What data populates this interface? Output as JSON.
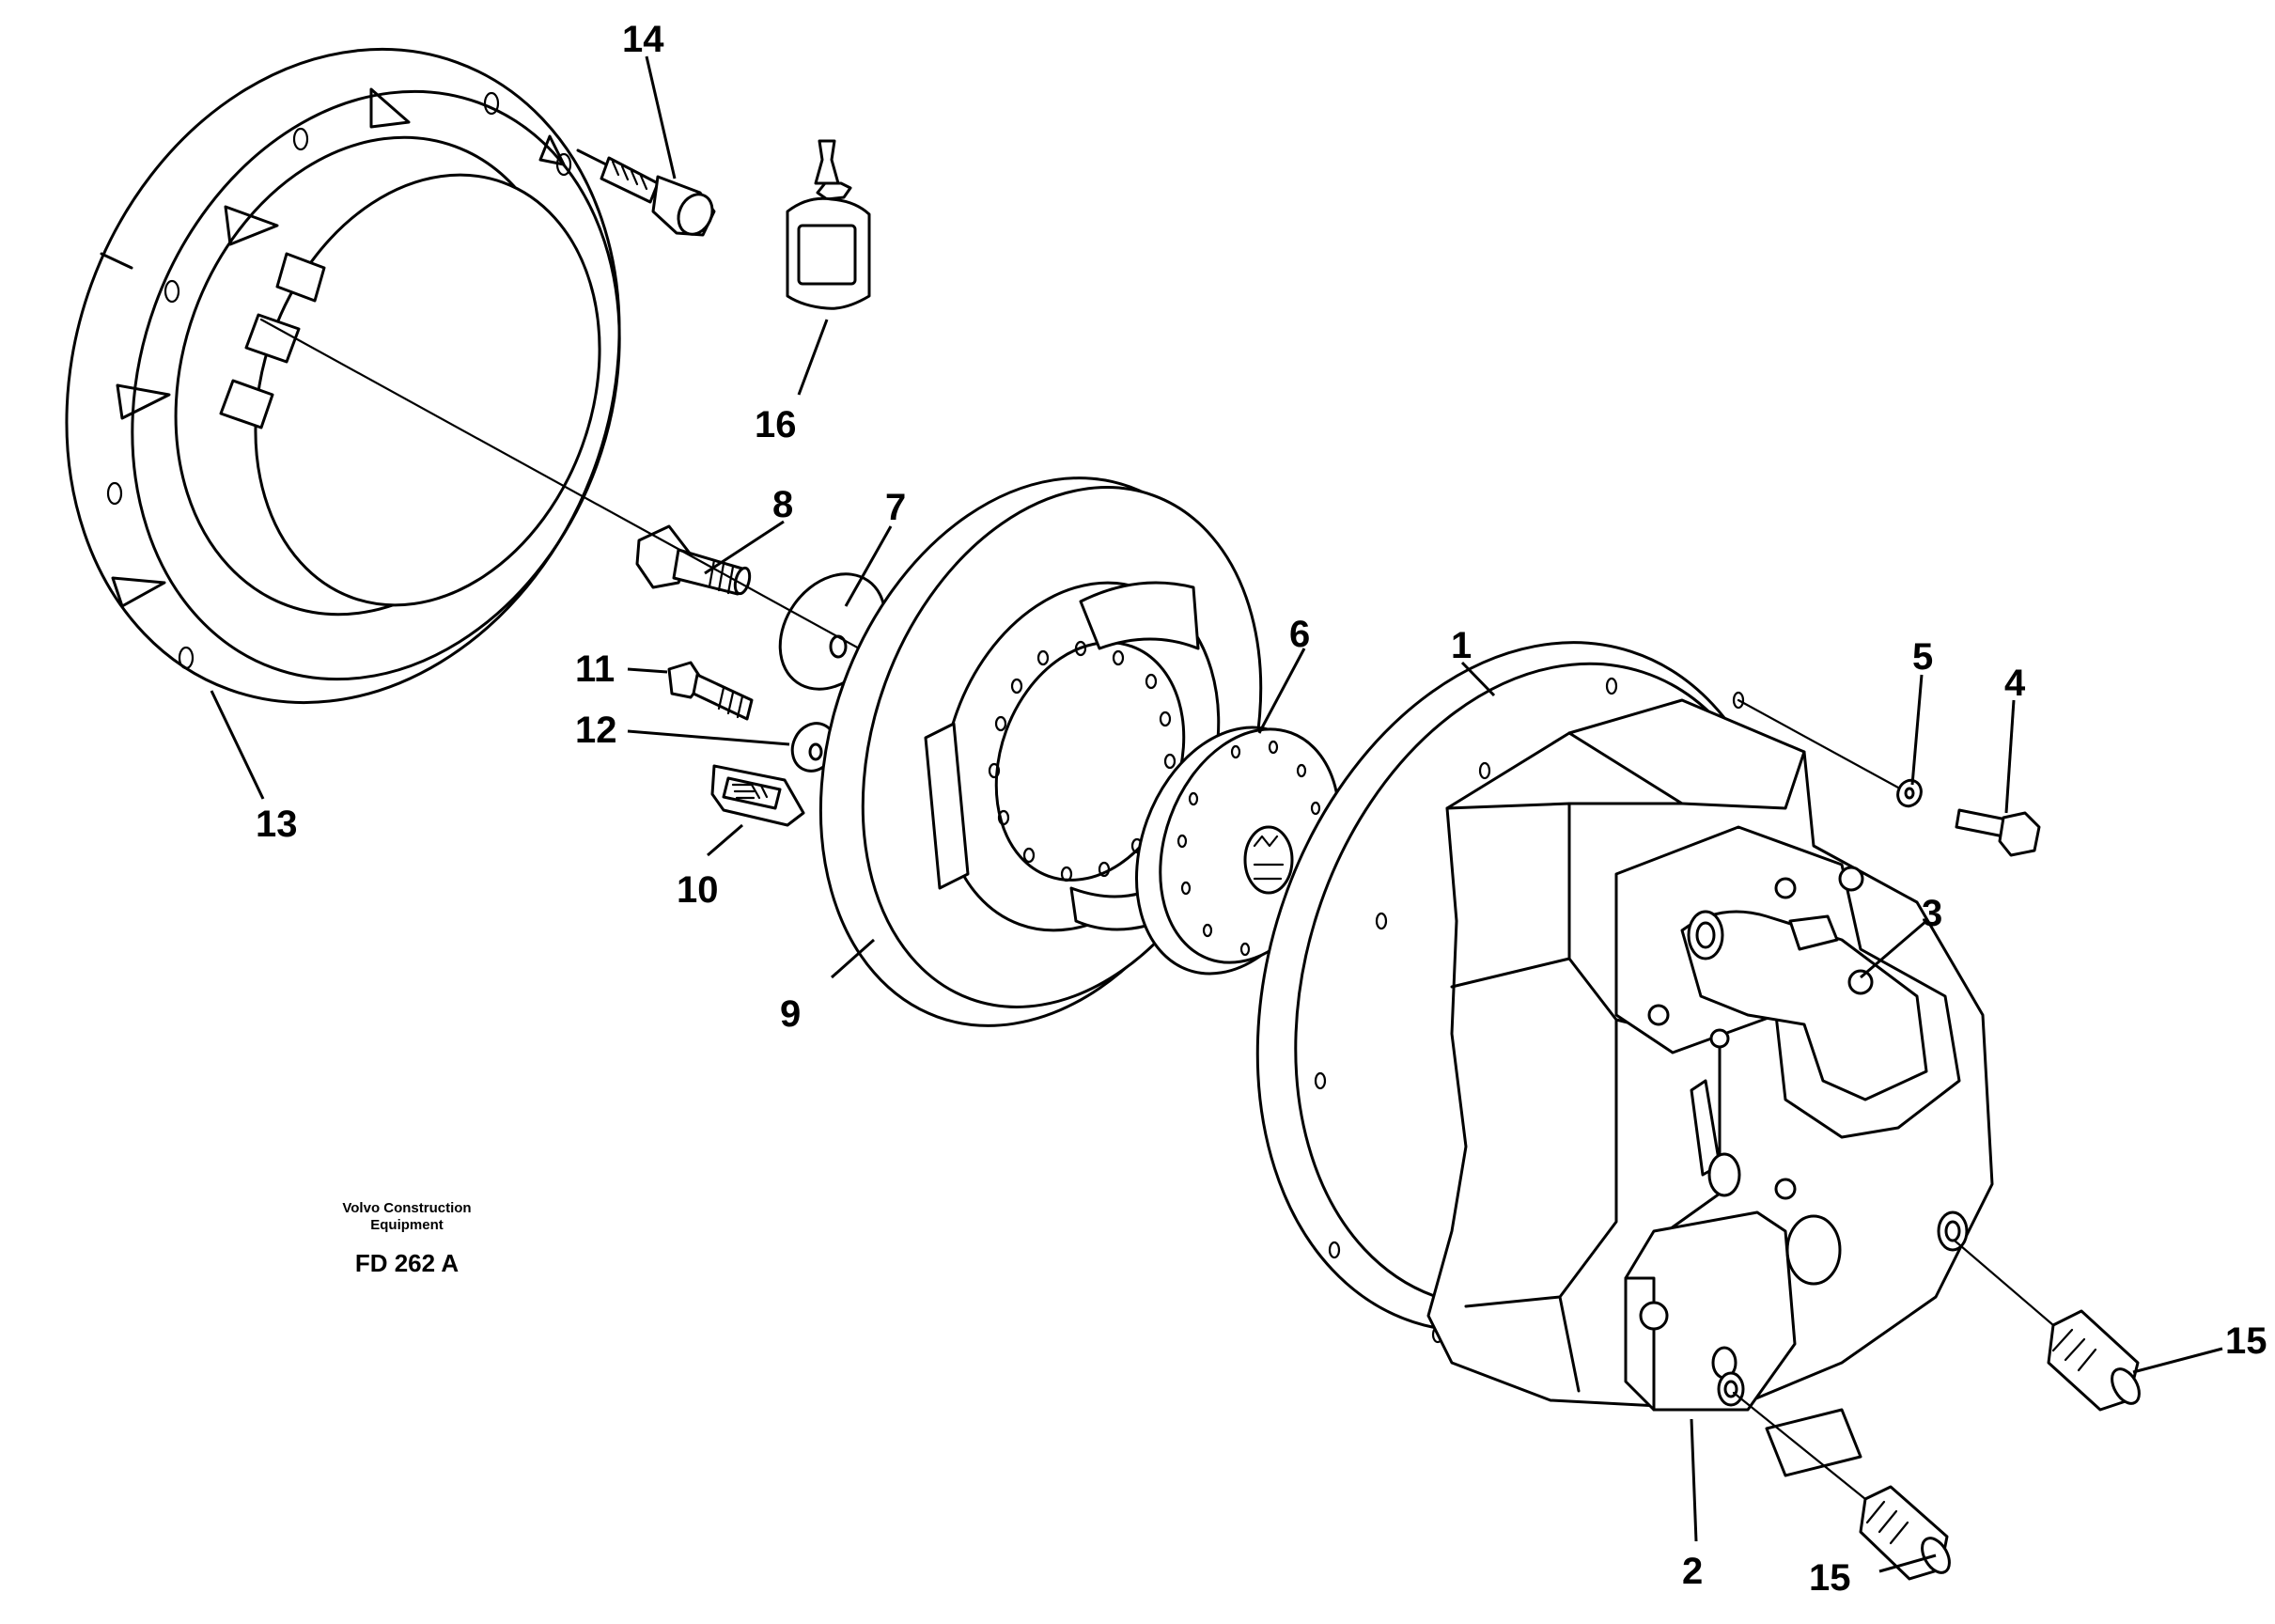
{
  "caption": {
    "company_line1": "Volvo Construction",
    "company_line2": "Equipment",
    "code": "FD 262 A"
  },
  "callouts": {
    "c1": "1",
    "c2": "2",
    "c3": "3",
    "c4": "4",
    "c5": "5",
    "c6": "6",
    "c7": "7",
    "c8": "8",
    "c9": "9",
    "c10": "10",
    "c11": "11",
    "c12": "12",
    "c13": "13",
    "c14": "14",
    "c15a": "15",
    "c15b": "15",
    "c16": "16"
  }
}
